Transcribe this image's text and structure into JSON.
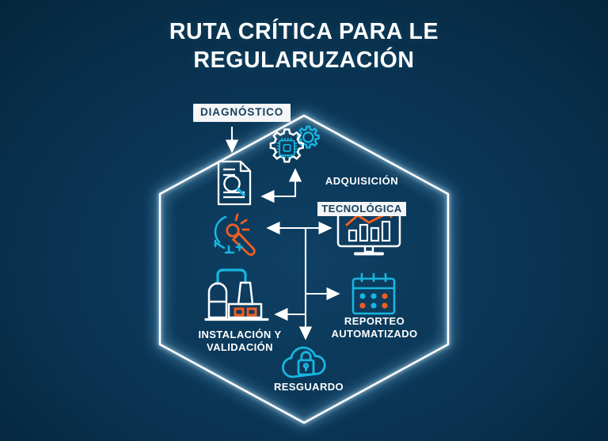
{
  "title": {
    "line1": "RUTA CRÍTICA PARA LE",
    "line2": "REGULARUZACIÓN"
  },
  "colors": {
    "background_dark": "#06283f",
    "background_mid": "#0e4064",
    "hexagon_stroke": "#ffffff",
    "accent_cyan": "#17b6e0",
    "accent_orange": "#ef5e20",
    "label_box_bg": "#f4f5f6",
    "label_box_text": "#16405e",
    "text_white": "#ffffff"
  },
  "diagram": {
    "shape": "hexagon",
    "nodes": [
      {
        "id": "diagnostico",
        "label": "DIAGNÓSTICO",
        "label_style": "boxed",
        "icon": "document-magnifier-icon",
        "icon_colors": [
          "#ffffff",
          "#17b6e0"
        ]
      },
      {
        "id": "adquisicion-tecnologica",
        "label_line1": "ADQUISICIÓN",
        "label_line2": "TECNOLÓGICA",
        "label_style": "mixed",
        "icon": "gears-microchip-icon",
        "icon_colors": [
          "#ffffff",
          "#17b6e0"
        ]
      },
      {
        "id": "sensor",
        "label": "",
        "icon": "sensor-gauge-icon",
        "icon_colors": [
          "#ef5e20",
          "#17b6e0"
        ]
      },
      {
        "id": "monitor-analytics",
        "label": "",
        "icon": "monitor-bar-chart-icon",
        "icon_colors": [
          "#ffffff",
          "#ef5e20"
        ]
      },
      {
        "id": "reporteo-automatizado",
        "label": "REPORTEO\nAUTOMATIZADO",
        "label_style": "plain",
        "icon": "calendar-report-icon",
        "icon_colors": [
          "#17b6e0",
          "#ef5e20"
        ]
      },
      {
        "id": "resguardo",
        "label": "RESGUARDO",
        "label_style": "plain",
        "icon": "cloud-lock-icon",
        "icon_colors": [
          "#17b6e0"
        ]
      },
      {
        "id": "instalacion-validacion",
        "label": "INSTALACIÓN Y\nVALIDACIÓN",
        "label_style": "plain",
        "icon": "factory-plant-icon",
        "icon_colors": [
          "#ffffff",
          "#17b6e0",
          "#ef5e20"
        ]
      }
    ],
    "connections": [
      {
        "from": "diagnostico-label",
        "to": "document-icon",
        "type": "arrow-down"
      },
      {
        "from": "gears-icon",
        "to": "document-icon",
        "type": "arrow-elbow-left"
      },
      {
        "from": "junction",
        "to": "sensor",
        "type": "arrow-left"
      },
      {
        "from": "junction",
        "to": "monitor-analytics",
        "type": "arrow-right"
      },
      {
        "from": "junction",
        "to": "reporteo-automatizado",
        "type": "arrow-right"
      },
      {
        "from": "junction",
        "to": "instalacion-validacion",
        "type": "arrow-left"
      },
      {
        "from": "junction",
        "to": "resguardo",
        "type": "arrow-down"
      }
    ]
  }
}
